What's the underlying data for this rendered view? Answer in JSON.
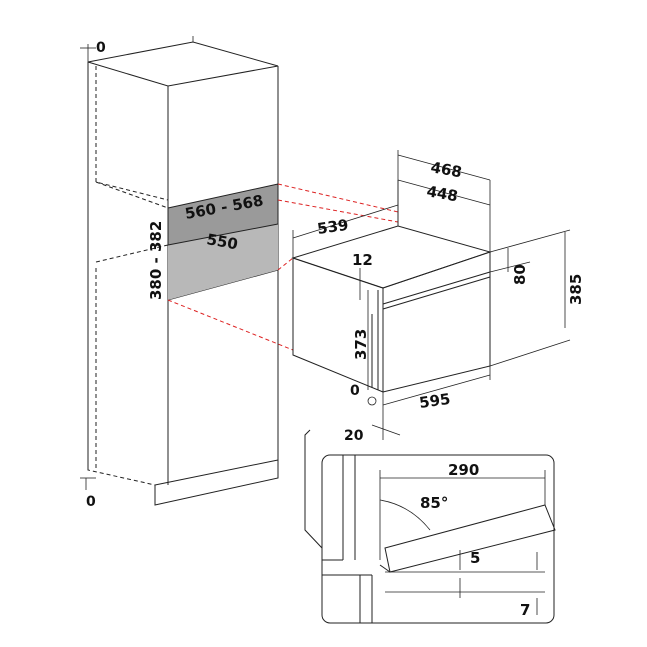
{
  "dimensions": {
    "top_gap": "0",
    "bottom_gap": "0",
    "niche_width": "560 - 568",
    "niche_depth": "550",
    "niche_height": "380 - 382",
    "appliance_depth": "539",
    "appliance_width_top": "468",
    "appliance_width_inner": "448",
    "control_offset": "12",
    "panel_height": "80",
    "total_height": "385",
    "body_height": "373",
    "front_width": "595",
    "front_offset_zero": "0",
    "door_offset": "20"
  },
  "detail": {
    "door_opening": "290",
    "angle": "85°",
    "gap_5": "5",
    "gap_7": "7"
  }
}
